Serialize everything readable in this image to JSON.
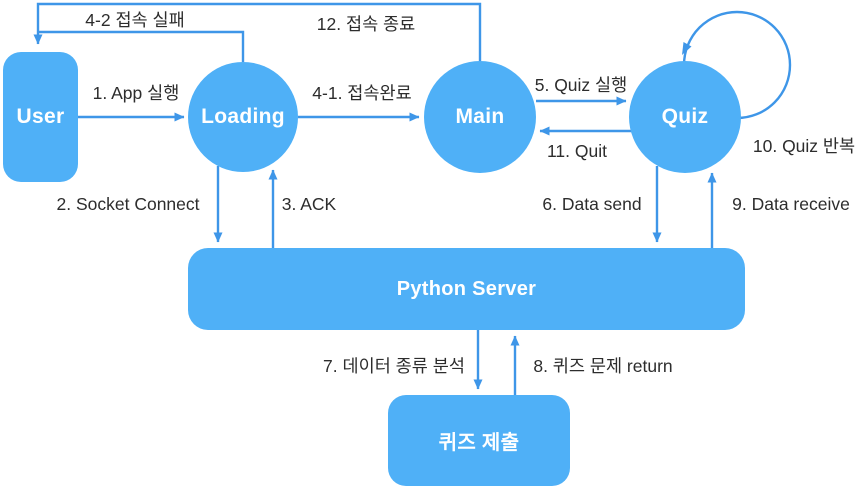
{
  "diagram": {
    "type": "state-flow-diagram",
    "colors": {
      "node_fill": "#4FB0F7",
      "arrow": "#3E96E8",
      "label_text": "#2D2D2D",
      "node_text": "#FFFFFF",
      "background": "#FFFFFF"
    },
    "nodes": {
      "user": {
        "label": "User",
        "shape": "rounded-rect"
      },
      "loading": {
        "label": "Loading",
        "shape": "circle"
      },
      "main": {
        "label": "Main",
        "shape": "circle"
      },
      "quiz": {
        "label": "Quiz",
        "shape": "circle"
      },
      "server": {
        "label": "Python Server",
        "shape": "rounded-rect"
      },
      "quiz_submit": {
        "label": "퀴즈 제출",
        "shape": "rounded-rect"
      }
    },
    "edges": {
      "app_run": {
        "label": "1. App 실행",
        "from": "user",
        "to": "loading"
      },
      "socket_connect": {
        "label": "2. Socket Connect",
        "from": "loading",
        "to": "server"
      },
      "ack": {
        "label": "3. ACK",
        "from": "server",
        "to": "loading"
      },
      "connect_done": {
        "label": "4-1. 접속완료",
        "from": "loading",
        "to": "main"
      },
      "connect_fail": {
        "label": "4-2 접속 실패",
        "from": "loading",
        "to": "user"
      },
      "quiz_run": {
        "label": "5. Quiz 실행",
        "from": "main",
        "to": "quiz"
      },
      "data_send": {
        "label": "6. Data send",
        "from": "quiz",
        "to": "server"
      },
      "data_analyze": {
        "label": "7. 데이터 종류 분석",
        "from": "server",
        "to": "quiz_submit"
      },
      "quiz_return": {
        "label": "8. 퀴즈 문제 return",
        "from": "quiz_submit",
        "to": "server"
      },
      "data_receive": {
        "label": "9. Data receive",
        "from": "server",
        "to": "quiz"
      },
      "quiz_repeat": {
        "label": "10. Quiz 반복",
        "from": "quiz",
        "to": "quiz"
      },
      "quit": {
        "label": "11. Quit",
        "from": "quiz",
        "to": "main"
      },
      "disconnect": {
        "label": "12. 접속 종료",
        "from": "main",
        "to": "user"
      }
    }
  }
}
